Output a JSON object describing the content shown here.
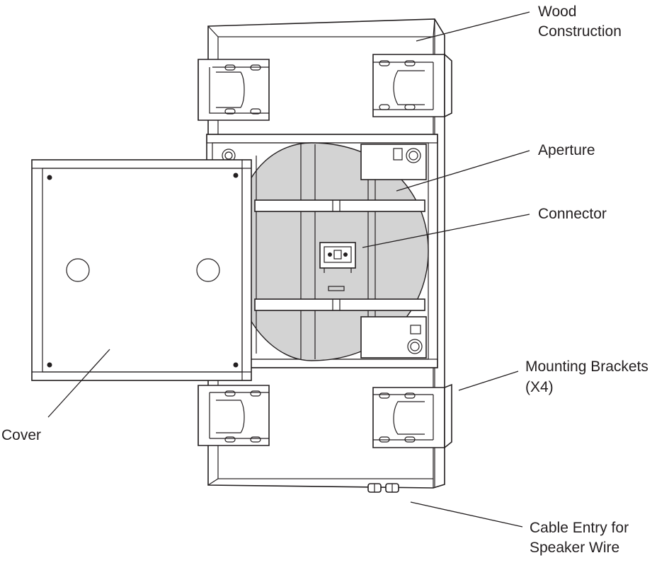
{
  "labels": {
    "wood_line1": "Wood",
    "wood_line2": "Construction",
    "aperture": "Aperture",
    "connector": "Connector",
    "brackets_line1": "Mounting Brackets",
    "brackets_line2": "(X4)",
    "cover": "Cover",
    "cable_line1": "Cable Entry for",
    "cable_line2": "Speaker Wire"
  },
  "colors": {
    "line": "#231f20",
    "aperture_fill": "#d3d3d3",
    "background": "#ffffff"
  }
}
